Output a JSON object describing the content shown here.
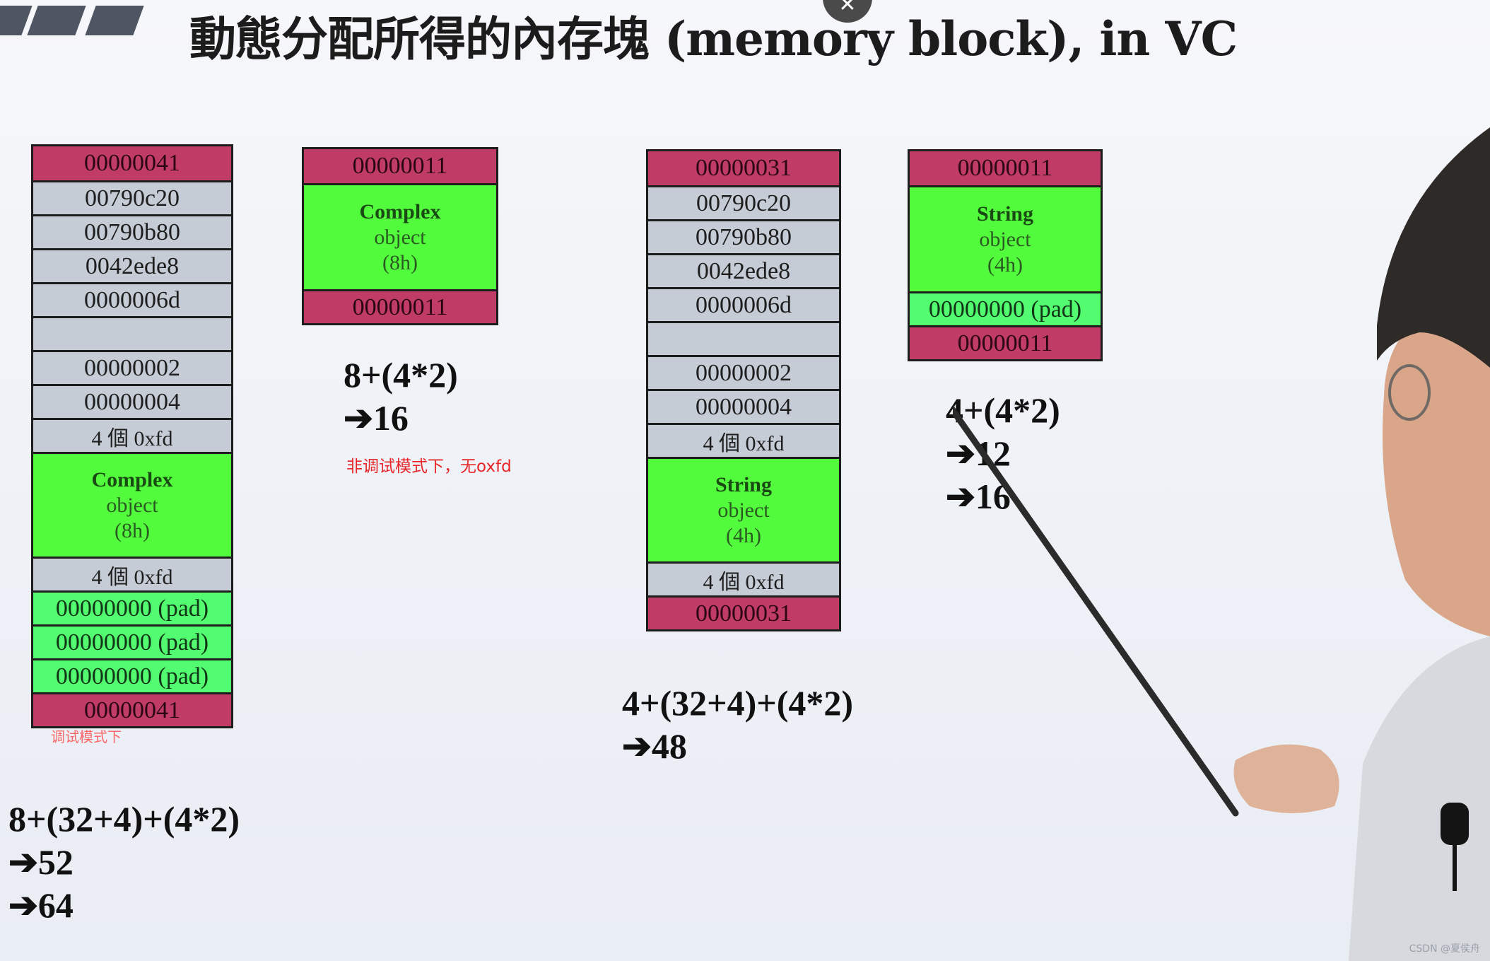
{
  "header": {
    "title": "動態分配所得的內存塊 (memory block), in VC",
    "close_icon": "close-icon"
  },
  "blocks": [
    {
      "id": "complex-debug",
      "cells": [
        {
          "kind": "pink",
          "text": "00000041"
        },
        {
          "kind": "gray",
          "text": "00790c20"
        },
        {
          "kind": "gray",
          "text": "00790b80"
        },
        {
          "kind": "gray",
          "text": "0042ede8"
        },
        {
          "kind": "gray",
          "text": "0000006d"
        },
        {
          "kind": "gray",
          "text": ""
        },
        {
          "kind": "gray",
          "text": "00000002"
        },
        {
          "kind": "gray",
          "text": "00000004"
        },
        {
          "kind": "gray-fd",
          "text": "4 個 0xfd"
        },
        {
          "kind": "green",
          "name": "Complex",
          "sub1": "object",
          "sub2": "(8h)"
        },
        {
          "kind": "gray-fd",
          "text": "4 個 0xfd"
        },
        {
          "kind": "pad",
          "text": "00000000 (pad)"
        },
        {
          "kind": "pad",
          "text": "00000000 (pad)"
        },
        {
          "kind": "pad",
          "text": "00000000 (pad)"
        },
        {
          "kind": "pink",
          "text": "00000041"
        }
      ]
    },
    {
      "id": "complex-release",
      "cells": [
        {
          "kind": "pink",
          "text": "00000011"
        },
        {
          "kind": "green",
          "name": "Complex",
          "sub1": "object",
          "sub2": "(8h)"
        },
        {
          "kind": "pink",
          "text": "00000011"
        }
      ]
    },
    {
      "id": "string-debug",
      "cells": [
        {
          "kind": "pink",
          "text": "00000031"
        },
        {
          "kind": "gray",
          "text": "00790c20"
        },
        {
          "kind": "gray",
          "text": "00790b80"
        },
        {
          "kind": "gray",
          "text": "0042ede8"
        },
        {
          "kind": "gray",
          "text": "0000006d"
        },
        {
          "kind": "gray",
          "text": ""
        },
        {
          "kind": "gray",
          "text": "00000002"
        },
        {
          "kind": "gray",
          "text": "00000004"
        },
        {
          "kind": "gray-fd",
          "text": "4 個 0xfd"
        },
        {
          "kind": "green",
          "name": "String",
          "sub1": "object",
          "sub2": "(4h)"
        },
        {
          "kind": "gray-fd",
          "text": "4 個 0xfd"
        },
        {
          "kind": "pink",
          "text": "00000031"
        }
      ]
    },
    {
      "id": "string-release",
      "cells": [
        {
          "kind": "pink",
          "text": "00000011"
        },
        {
          "kind": "green",
          "name": "String",
          "sub1": "object",
          "sub2": "(4h)"
        },
        {
          "kind": "pad",
          "text": "00000000 (pad)"
        },
        {
          "kind": "pink",
          "text": "00000011"
        }
      ]
    }
  ],
  "formulas": {
    "complex_debug": "8+(32+4)+(4*2)\n➔52\n➔64",
    "complex_release": "8+(4*2)\n➔16",
    "string_debug": "4+(32+4)+(4*2)\n➔48",
    "string_release": "4+(4*2)\n➔12\n➔16"
  },
  "notes": {
    "release_note": "非调试模式下，无oxfd",
    "debug_overlay": "调试模式下"
  },
  "watermark": "CSDN @夏侯舟"
}
